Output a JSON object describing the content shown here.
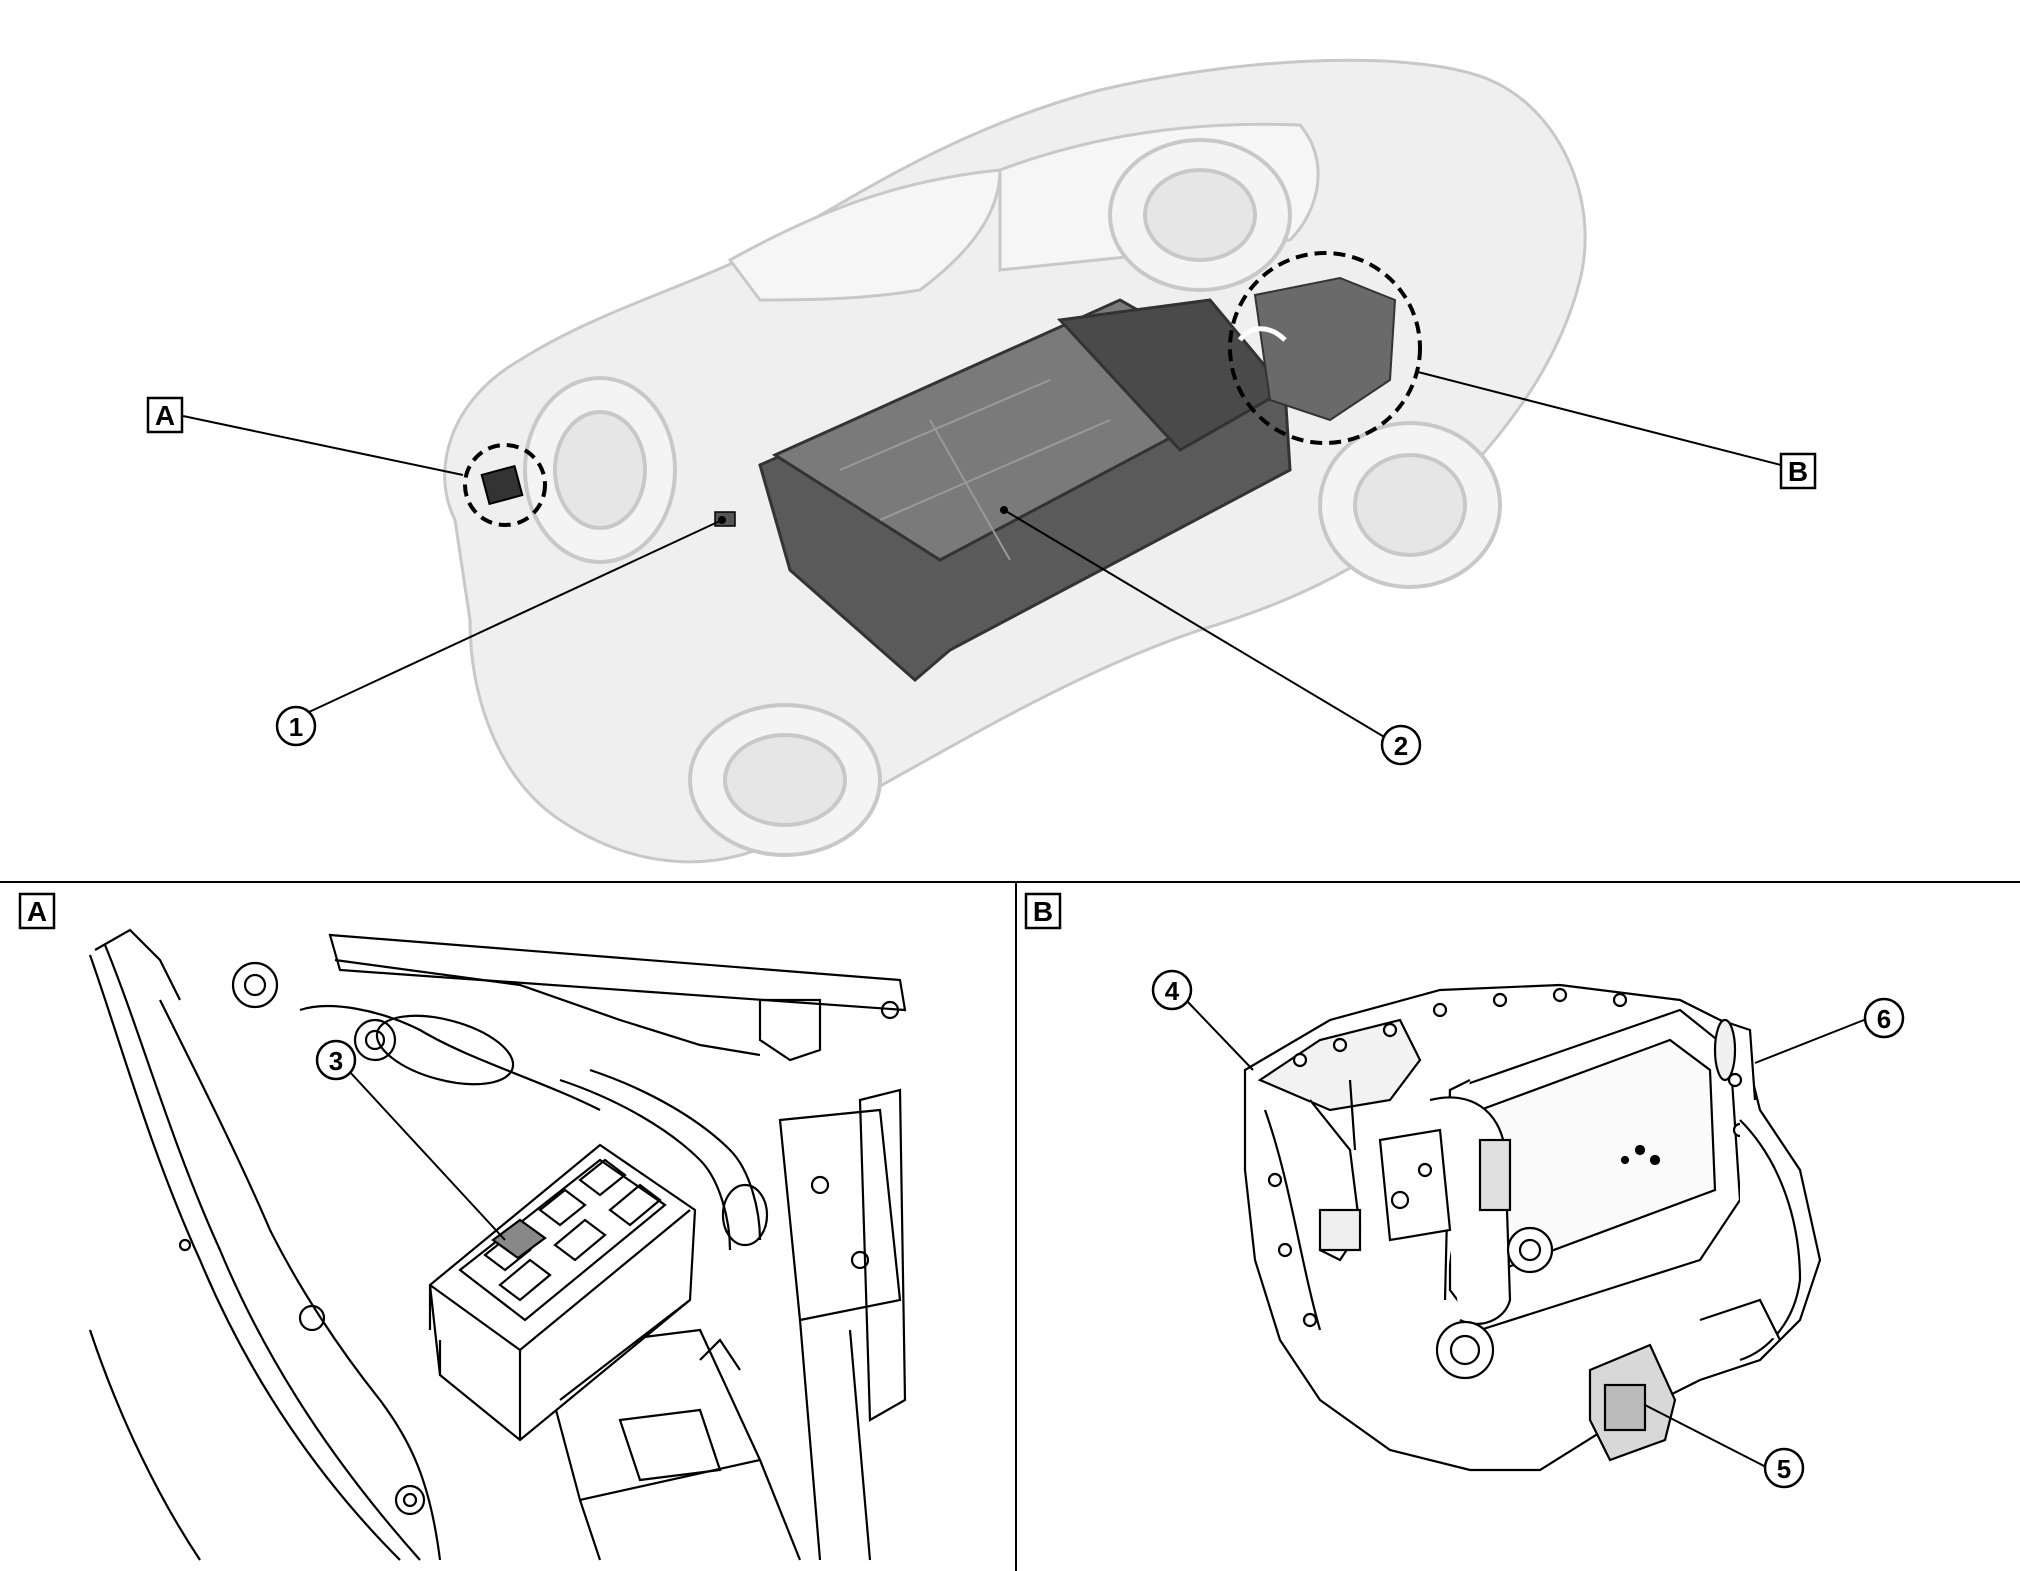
{
  "overview": {
    "callouts": [
      {
        "id": "A",
        "text": "A",
        "shape": "box"
      },
      {
        "id": "B",
        "text": "B",
        "shape": "box"
      },
      {
        "id": "1",
        "text": "1",
        "shape": "circle"
      },
      {
        "id": "2",
        "text": "2",
        "shape": "circle"
      }
    ]
  },
  "panel_a": {
    "heading": "A",
    "callouts": [
      {
        "id": "3",
        "text": "3",
        "shape": "circle"
      }
    ]
  },
  "panel_b": {
    "heading": "B",
    "callouts": [
      {
        "id": "4",
        "text": "4",
        "shape": "circle"
      },
      {
        "id": "5",
        "text": "5",
        "shape": "circle"
      },
      {
        "id": "6",
        "text": "6",
        "shape": "circle"
      }
    ]
  },
  "colors": {
    "line": "#000000",
    "car_body": "#e6e6e6",
    "battery": "#5a5a5a",
    "background": "#ffffff"
  }
}
